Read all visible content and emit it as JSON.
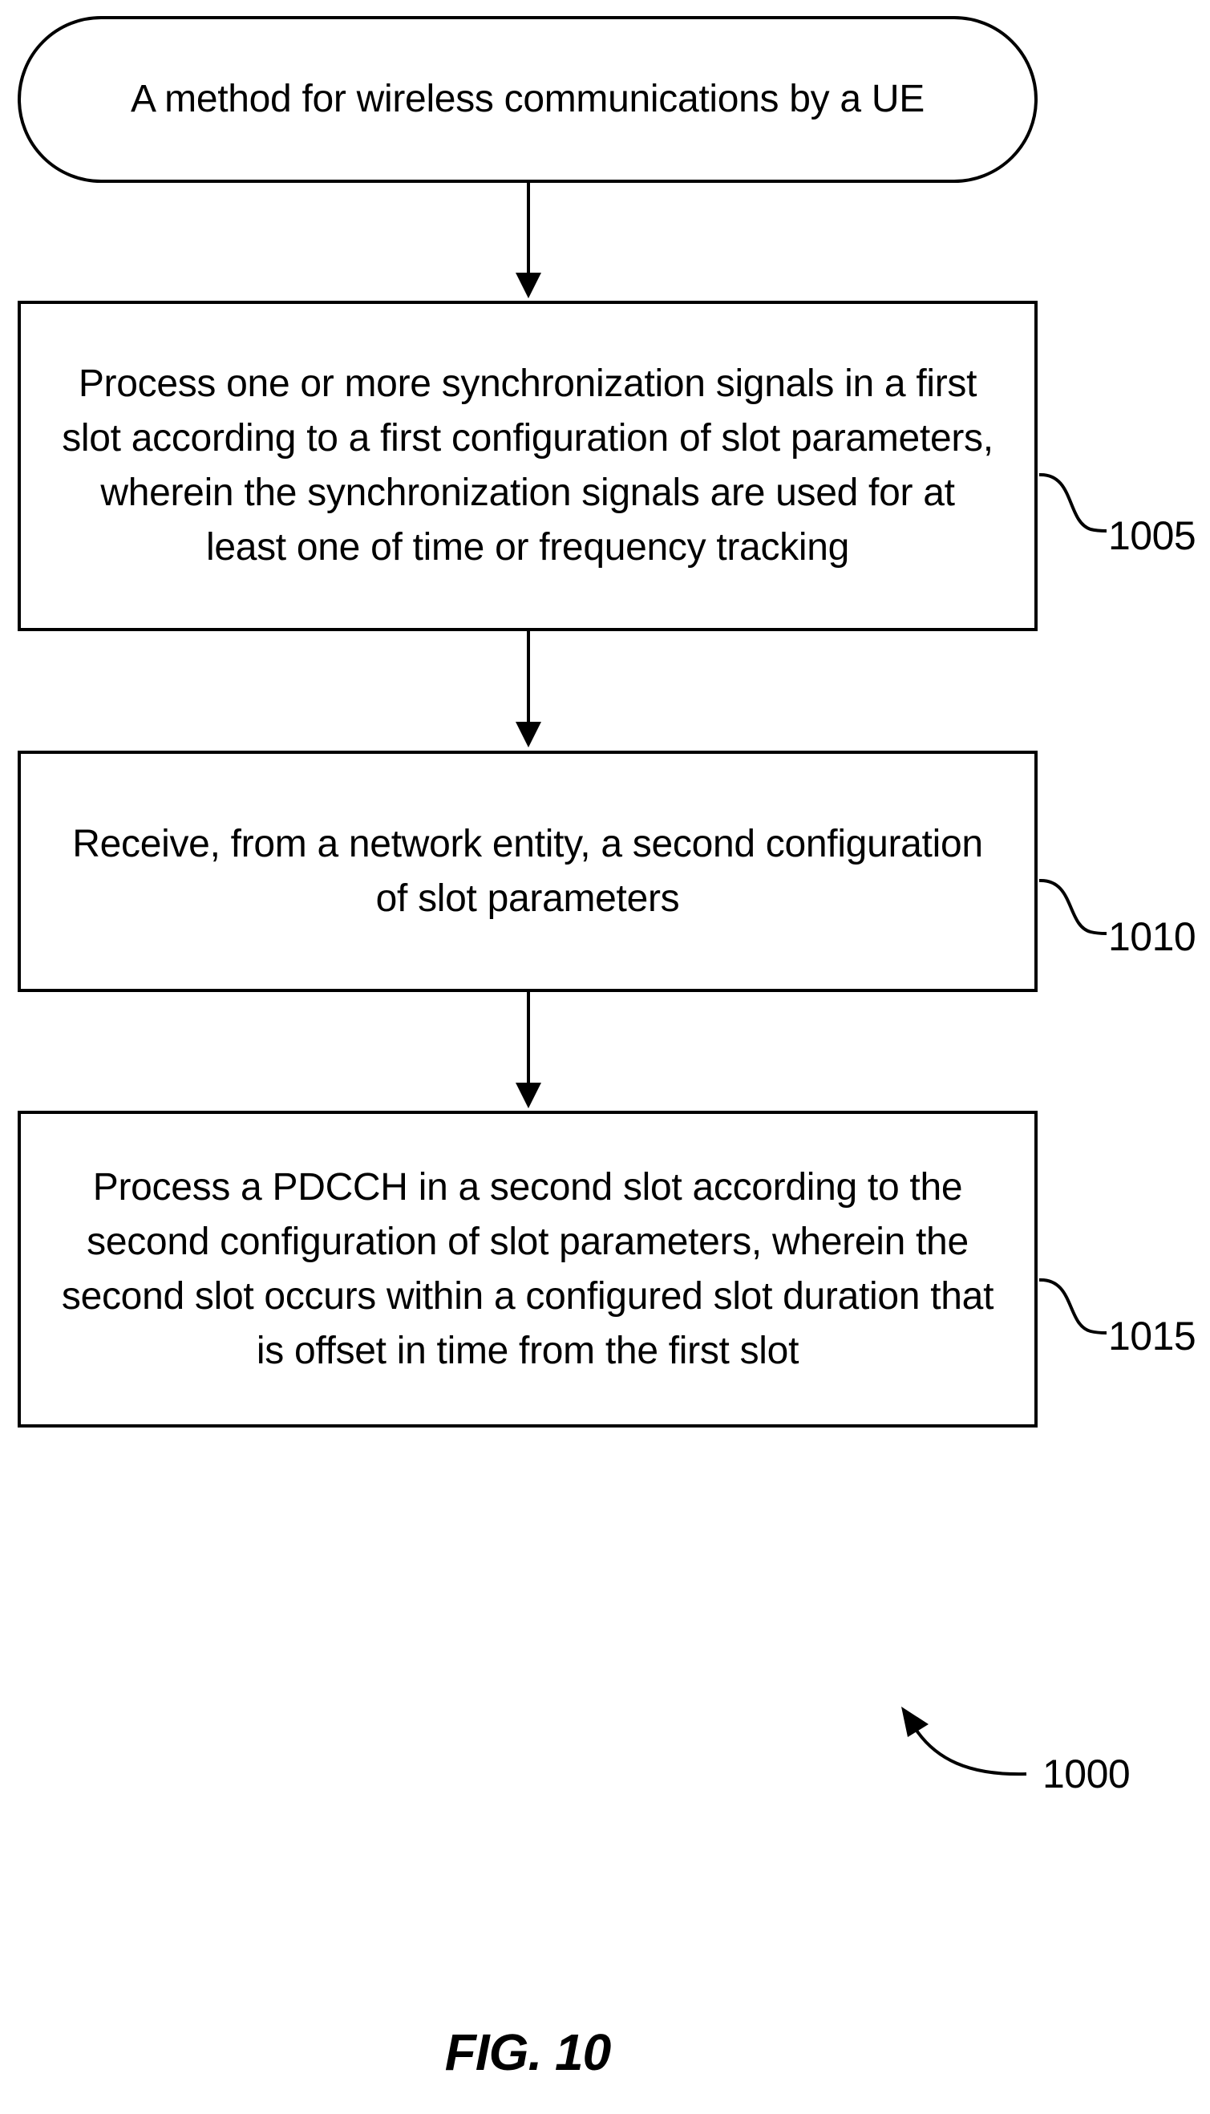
{
  "flowchart": {
    "start": "A method for wireless communications by a UE",
    "steps": [
      {
        "ref": "1005",
        "lines": [
          "Process one or more synchronization signals in a first",
          "slot according to a first configuration of slot parameters,",
          "wherein the synchronization signals are used for at",
          "least one of time or frequency tracking"
        ]
      },
      {
        "ref": "1010",
        "lines": [
          "Receive, from a network entity, a second configuration",
          "of slot parameters"
        ]
      },
      {
        "ref": "1015",
        "lines": [
          "Process a PDCCH in a second slot according to the",
          "second configuration of slot parameters, wherein the",
          "second slot occurs within a configured slot duration that",
          "is offset in time from the first slot"
        ]
      }
    ],
    "method_ref": "1000"
  },
  "figure_label": "FIG. 10"
}
